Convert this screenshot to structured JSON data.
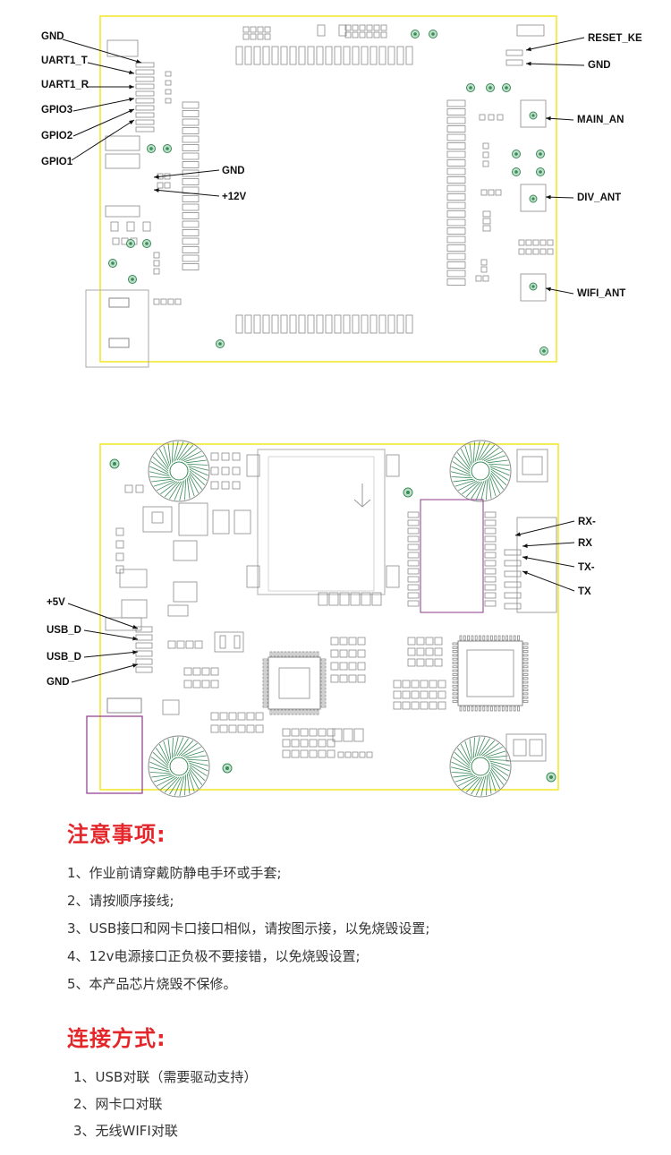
{
  "board1": {
    "labels_left": [
      "GND",
      "UART1_T",
      "UART1_R",
      "GPIO3",
      "GPIO2",
      "GPIO1"
    ],
    "labels_mid": [
      "GND",
      "+12V"
    ],
    "labels_right": [
      "RESET_KE",
      "GND",
      "MAIN_AN",
      "DIV_ANT",
      "WIFI_ANT"
    ]
  },
  "board2": {
    "labels_right": [
      "RX-",
      "RX",
      "TX-",
      "TX"
    ],
    "labels_left": [
      "+5V",
      "USB_D",
      "USB_D",
      "GND"
    ]
  },
  "notes": {
    "title": "注意事项:",
    "items": [
      "1、作业前请穿戴防静电手环或手套;",
      "2、请按顺序接线;",
      "3、USB接口和网卡口接口相似，请按图示接，以免烧毁设置;",
      "4、12v电源接口正负极不要接错，以免烧毁设置;",
      "5、本产品芯片烧毁不保修。"
    ]
  },
  "connection": {
    "title": "连接方式:",
    "items": [
      "1、USB对联（需要驱动支持）",
      "2、网卡口对联",
      "3、无线WIFI对联"
    ]
  },
  "colors": {
    "board_outline": "#f2e830",
    "component": "#8a8a8a",
    "pad_green": "#3a8a5a",
    "title_red": "#e4262a",
    "usb_outline": "#8a3a8a"
  }
}
